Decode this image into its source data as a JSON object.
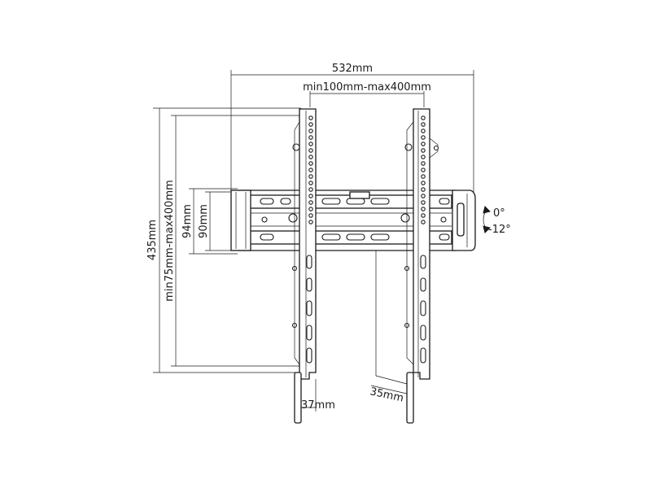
{
  "dimensions": {
    "overall_width": "532mm",
    "vesa_horizontal": "min100mm-max400mm",
    "overall_height": "435mm",
    "vesa_vertical": "min75mm-max400mm",
    "wall_plate_height_a": "94mm",
    "wall_plate_height_b": "90mm",
    "profile_depth": "37mm",
    "arm_offset": "35mm"
  },
  "tilt": {
    "upper": "0°",
    "lower": "-12°"
  },
  "colors": {
    "line": "#1a1a1a",
    "background": "#ffffff"
  }
}
